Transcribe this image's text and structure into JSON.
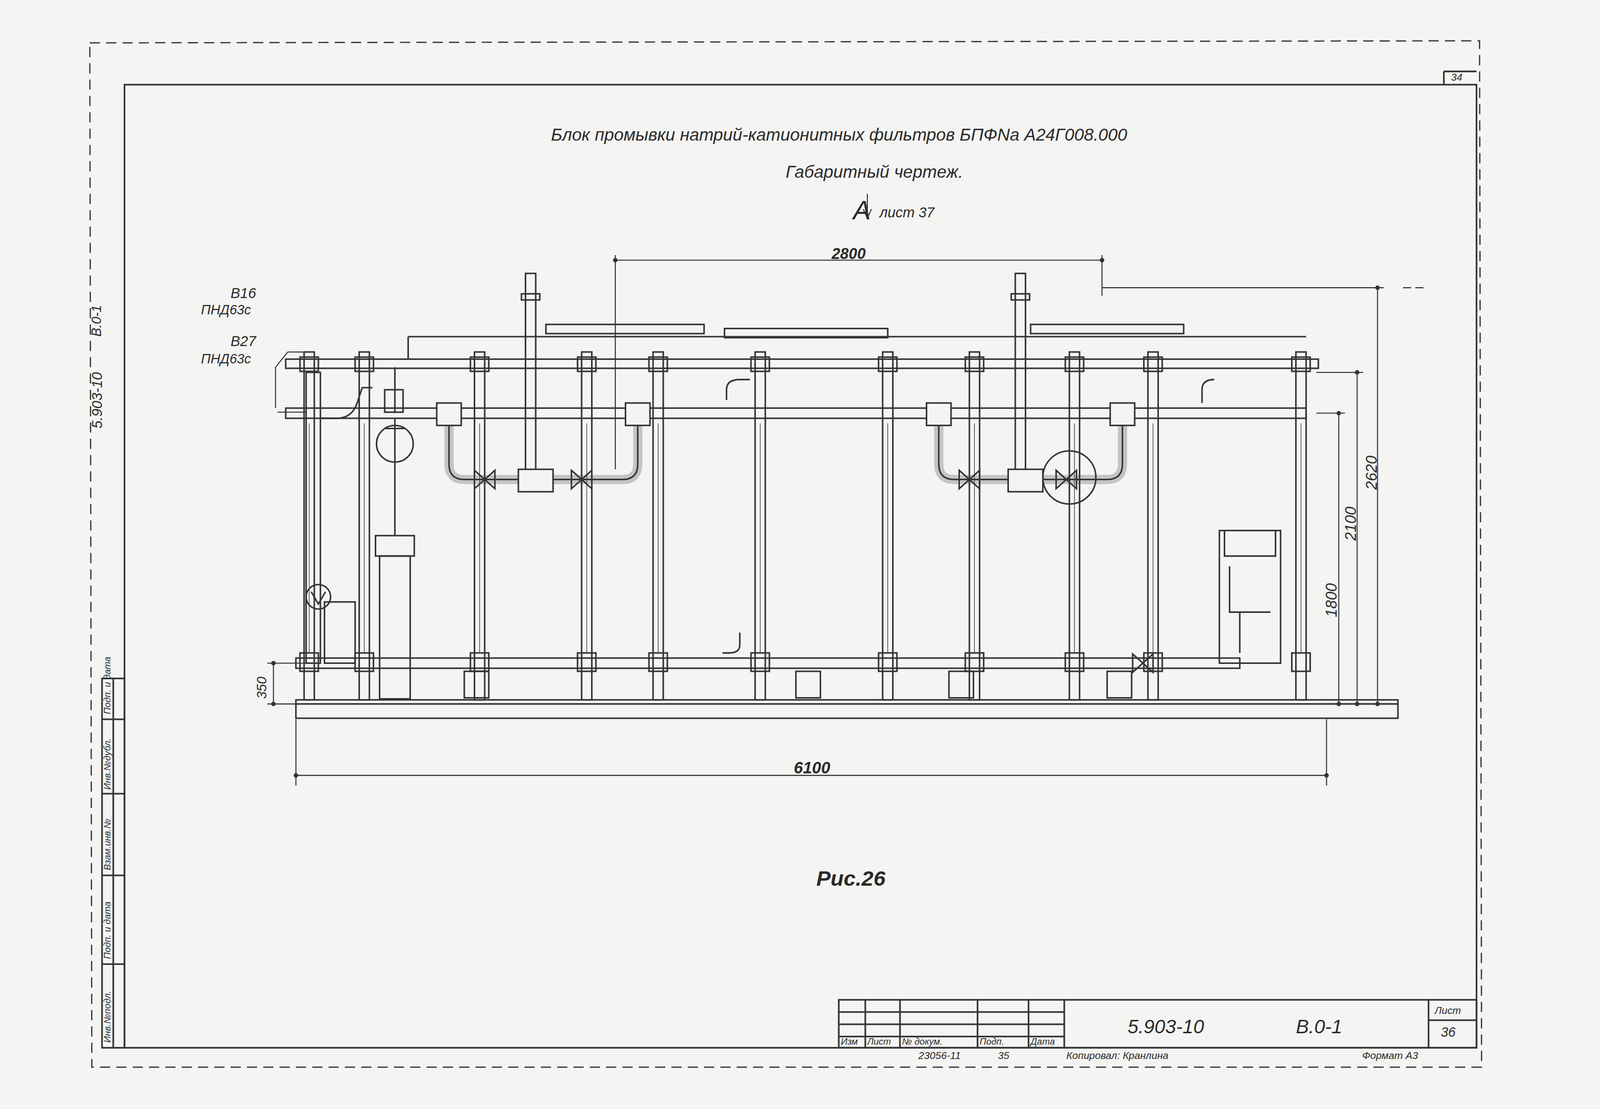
{
  "diagram": {
    "title": "Блок промывки натрий-катионитных фильтров БПФNa А24Г008.000",
    "caption": "Рис.26",
    "labels": [
      "34",
      "А",
      "лист 37",
      "2800",
      "В16",
      "ПНД63с",
      "В27",
      "ПНД63с",
      "1800",
      "2100",
      "2620",
      "350",
      "6100",
      "5.903-10",
      "В.0-1",
      "Инв.№подл.",
      "Подп. и дата",
      "Взам.инв.№",
      "Инв.№дубл.",
      "Подп. и дата",
      "Изм",
      "Лист",
      "№ докум.",
      "Подп.",
      "Дата",
      "5.903-10",
      "В.0-1",
      "Лист",
      "36",
      "23056-11",
      "35",
      "Копировал: Кранлина",
      "Формат А3",
      "Габаритный чертеж."
    ]
  }
}
